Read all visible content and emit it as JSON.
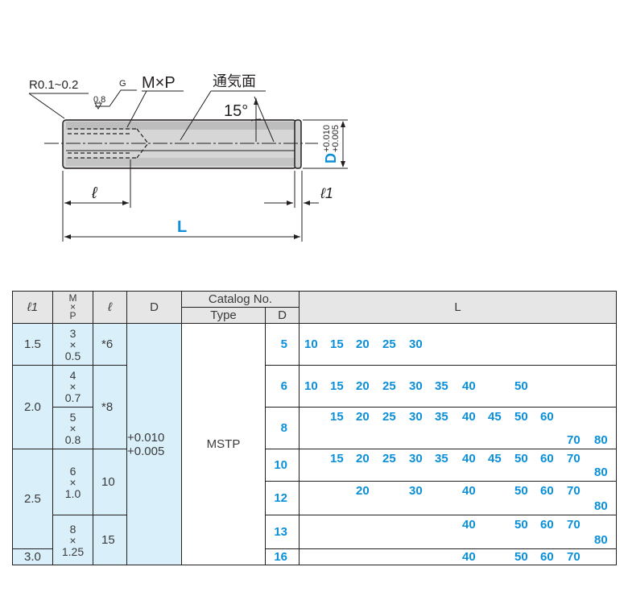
{
  "drawing": {
    "radius_label": "R0.1~0.2",
    "roughness_value": "0.8",
    "roughness_symbol": "G",
    "thread_label": "M×P",
    "vent_label": "通気面",
    "angle_label": "15°",
    "ell_label": "ℓ",
    "ell1_label": "ℓ1",
    "length_label": "L",
    "dia_label": "D",
    "tol_upper": "+0.010",
    "tol_lower": "+0.005"
  },
  "table": {
    "headers": {
      "l1": "ℓ1",
      "mp_m": "M",
      "mp_x": "×",
      "mp_p": "P",
      "ell": "ℓ",
      "d": "D",
      "catalog_no": "Catalog No.",
      "type": "Type",
      "d2": "D",
      "l": "L"
    },
    "type_value": "MSTP",
    "tolerance": [
      "+0.010",
      "+0.005"
    ],
    "l1_groups": [
      "1.5",
      "2.0",
      "2.5",
      "3.0"
    ],
    "mp_groups": [
      {
        "m": "3",
        "x": "×",
        "p": "0.5"
      },
      {
        "m": "4",
        "x": "×",
        "p": "0.7"
      },
      {
        "m": "5",
        "x": "×",
        "p": "0.8"
      },
      {
        "m": "6",
        "x": "×",
        "p": "1.0"
      },
      {
        "m": "8",
        "x": "×",
        "p": "1.25"
      }
    ],
    "ell_groups": [
      "*6",
      "*8",
      "10",
      "15"
    ],
    "rows": [
      {
        "d": "5",
        "lengths": [
          "10",
          "15",
          "20",
          "25",
          "30"
        ]
      },
      {
        "d": "6",
        "lengths": [
          "10",
          "15",
          "20",
          "25",
          "30",
          "35",
          "40",
          "50"
        ]
      },
      {
        "d": "8",
        "lengths": [
          "15",
          "20",
          "25",
          "30",
          "35",
          "40",
          "45",
          "50",
          "60",
          "70",
          "80"
        ]
      },
      {
        "d": "10",
        "lengths": [
          "15",
          "20",
          "25",
          "30",
          "35",
          "40",
          "45",
          "50",
          "60",
          "70",
          "80"
        ]
      },
      {
        "d": "12",
        "lengths": [
          "20",
          "30",
          "40",
          "50",
          "60",
          "70",
          "80"
        ]
      },
      {
        "d": "13",
        "lengths": [
          "40",
          "50",
          "60",
          "70",
          "80"
        ]
      },
      {
        "d": "16",
        "lengths": [
          "40",
          "50",
          "60",
          "70"
        ]
      }
    ]
  }
}
